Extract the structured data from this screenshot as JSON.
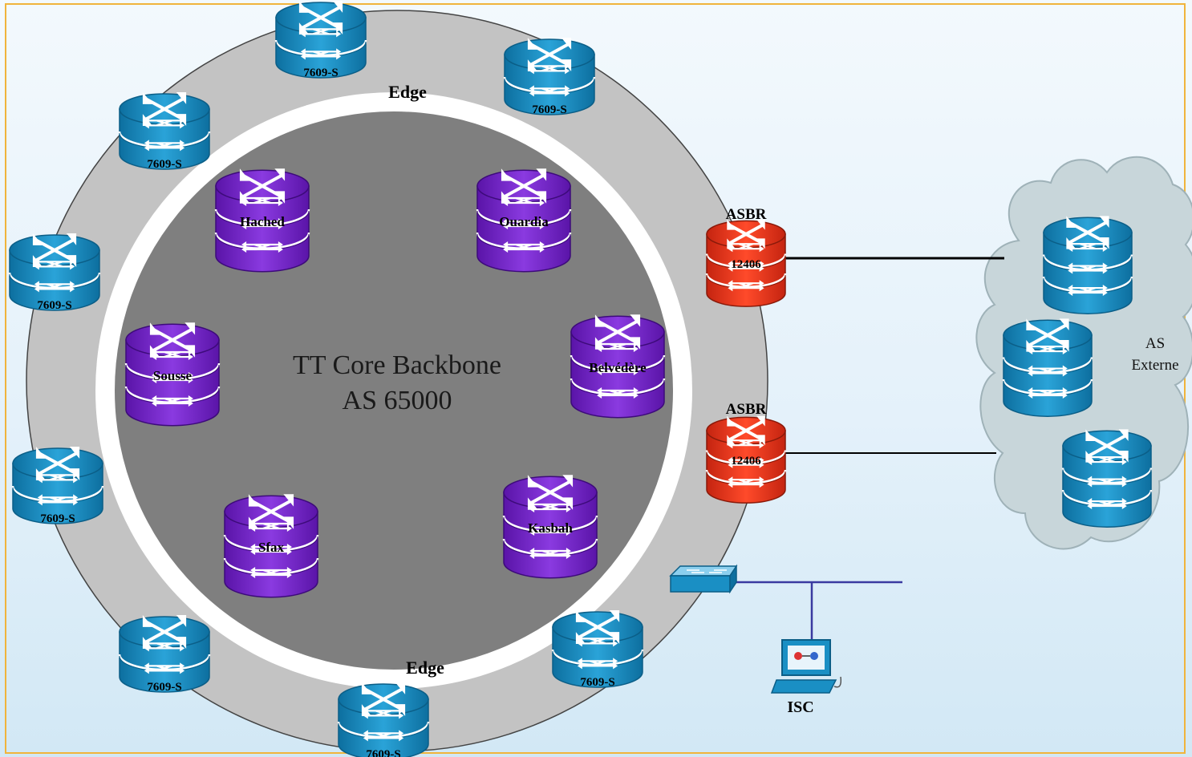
{
  "core": {
    "title_line1": "TT Core Backbone",
    "title_line2": "AS 65000",
    "routers": [
      {
        "label": "Hached"
      },
      {
        "label": "Ouardia"
      },
      {
        "label": "Sousse"
      },
      {
        "label": "Belvédère"
      },
      {
        "label": "Sfax"
      },
      {
        "label": "Kasbah"
      }
    ]
  },
  "edge": {
    "label_top": "Edge",
    "label_bottom": "Edge",
    "routers": [
      {
        "label": "7609-S"
      },
      {
        "label": "7609-S"
      },
      {
        "label": "7609-S"
      },
      {
        "label": "7609-S"
      },
      {
        "label": "7609-S"
      },
      {
        "label": "7609-S"
      },
      {
        "label": "7609-S"
      },
      {
        "label": "7609-S"
      }
    ]
  },
  "asbr": [
    {
      "title": "ASBR",
      "model": "12406"
    },
    {
      "title": "ASBR",
      "model": "12406"
    }
  ],
  "external": {
    "label_line1": "AS",
    "label_line2": "Externe"
  },
  "isc": {
    "label": "ISC"
  },
  "colors": {
    "edge_ring": "#c3c3c3",
    "core_disk": "#7f7f7f",
    "white_ring": "#ffffff",
    "cloud": "#c8d6da",
    "edge_router": "#1a8fc4",
    "core_router": "#7226c9",
    "asbr_router": "#e8321c"
  },
  "icons": [
    "router-icon",
    "switch-icon",
    "computer-icon",
    "cloud-icon"
  ]
}
